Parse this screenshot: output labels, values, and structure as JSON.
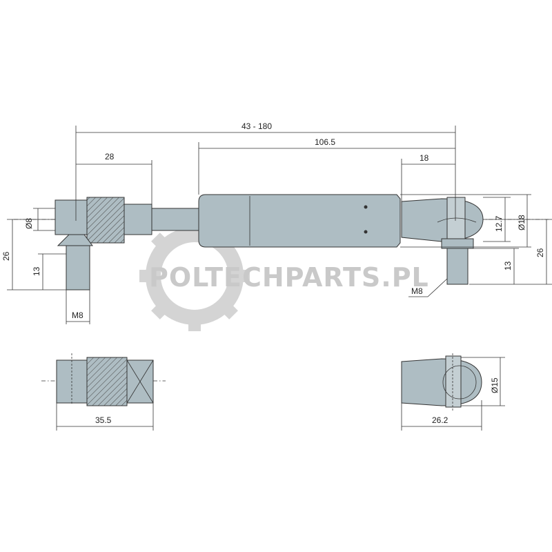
{
  "watermark": {
    "text": "POLTECHPARTS.PL",
    "color": "#c9c9c9"
  },
  "colors": {
    "part_fill": "#aebdc3",
    "line": "#333333",
    "background": "#ffffff"
  },
  "dimensions": {
    "stroke_range": "43 - 180",
    "body_length": "106.5",
    "left_end_length": "28",
    "right_end_length": "18",
    "rod_diameter": "Ø8",
    "right_inner_height": "12.7",
    "body_diameter": "Ø18",
    "left_height": "26",
    "right_height": "26",
    "left_stud_length": "13",
    "right_stud_length": "13",
    "left_thread": "M8",
    "right_thread": "M8",
    "left_socket_length": "35.5",
    "right_socket_length": "26.2",
    "ball_diameter": "Ø15"
  }
}
